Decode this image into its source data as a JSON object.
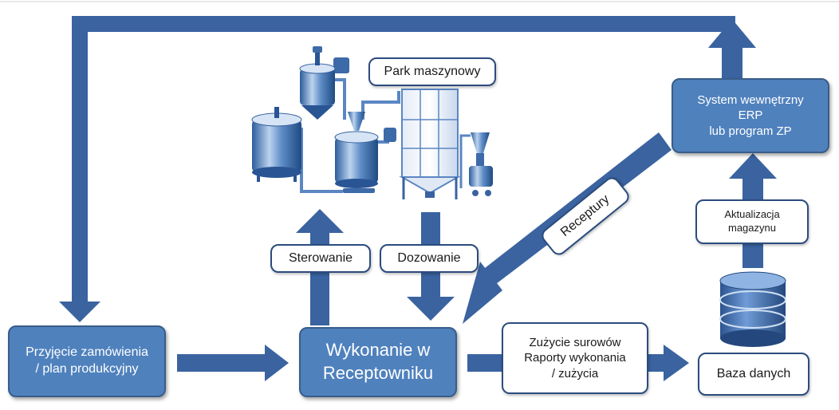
{
  "nodes": {
    "order_intake": "Przyjęcie zamówienia\n/ plan produkcyjny",
    "execution": "Wykonanie w\nReceptowniku",
    "erp": "System wewnętrzny\nERP\nlub program ZP",
    "database": "Baza danych",
    "machine_park": "Park maszynowy"
  },
  "labels": {
    "control": "Sterowanie",
    "dosing": "Dozowanie",
    "recipes": "Receptury",
    "warehouse_update": "Aktualizacja\nmagazynu",
    "consumption": "Zużycie surowów\nRaporty wykonania\n/ zużycia"
  },
  "colors": {
    "arrow": "#3a63a0",
    "node_fill": "#4f81bd",
    "node_border": "#385d8a",
    "label_border": "#2b4c7e"
  },
  "icons": [
    "tank-machinery-icon",
    "database-cylinder-icon"
  ]
}
